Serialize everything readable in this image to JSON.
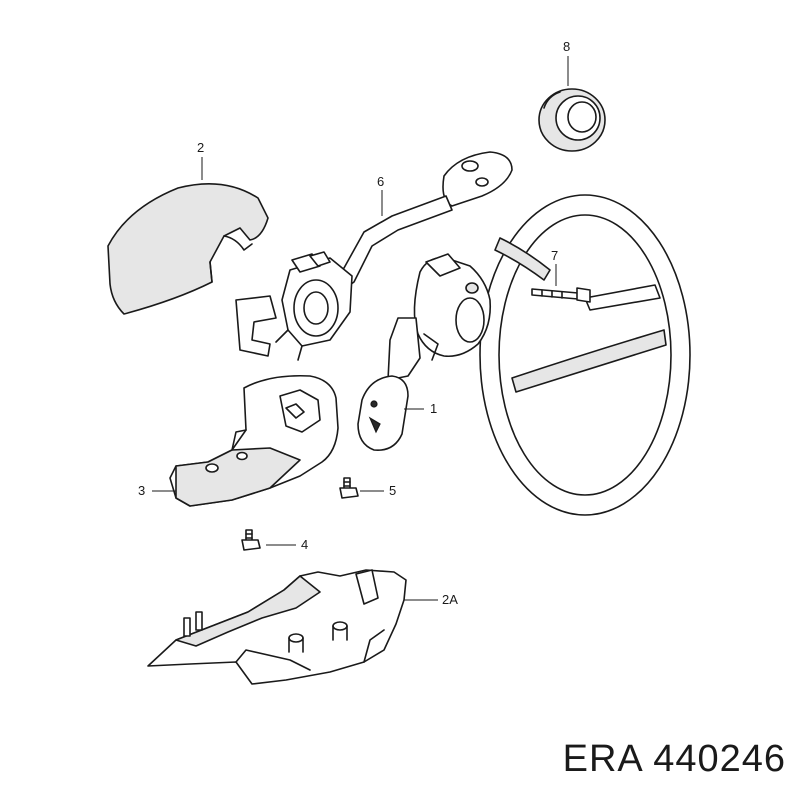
{
  "callouts": {
    "part_1": "1",
    "part_2": "2",
    "part_2a": "2A",
    "part_3": "3",
    "part_4": "4",
    "part_5": "5",
    "part_6": "6",
    "part_7": "7",
    "part_8": "8"
  },
  "watermark": "ERA 440246"
}
